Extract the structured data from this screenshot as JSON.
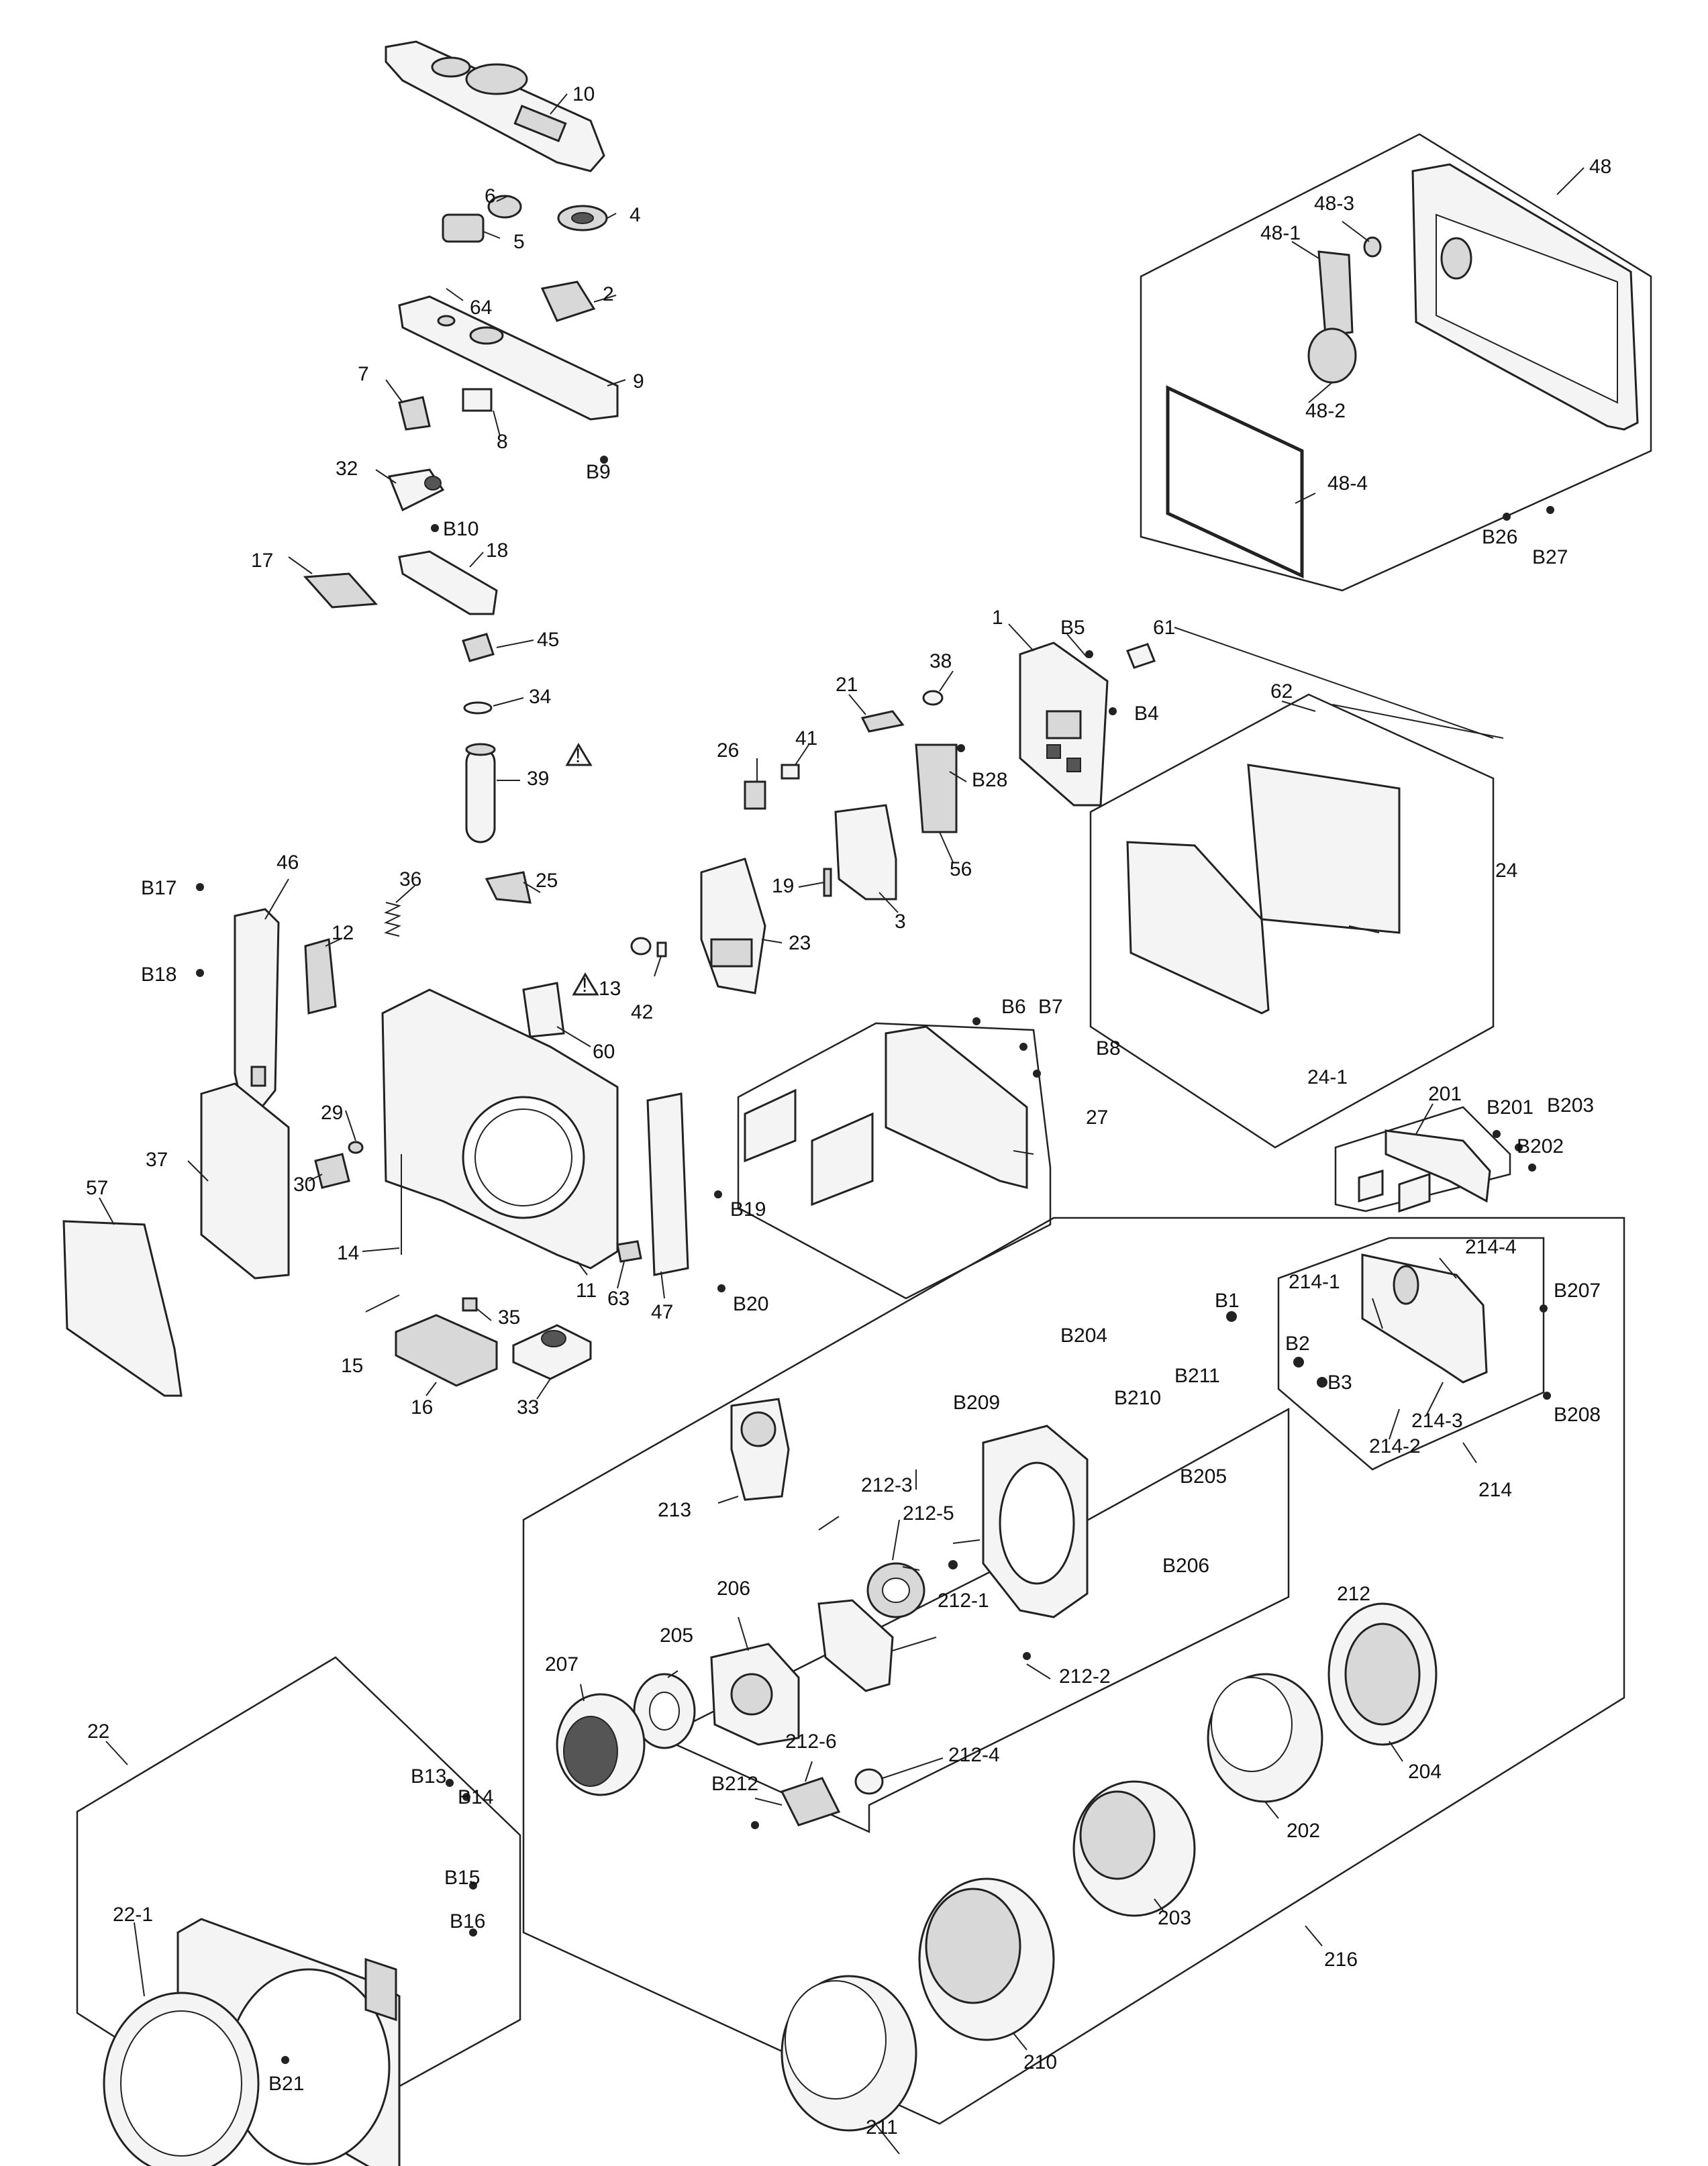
{
  "diagram": {
    "labels": [
      "10",
      "6",
      "4",
      "5",
      "64",
      "2",
      "9",
      "8",
      "7",
      "B9",
      "32",
      "B10",
      "17",
      "18",
      "45",
      "34",
      "39",
      "1",
      "B5",
      "61",
      "B4",
      "38",
      "21",
      "26",
      "41",
      "B28",
      "56",
      "19",
      "3",
      "23",
      "25",
      "36",
      "46",
      "B17",
      "12",
      "B18",
      "13",
      "42",
      "60",
      "62",
      "24",
      "24-1",
      "B6",
      "B7",
      "B8",
      "27",
      "29",
      "37",
      "30",
      "14",
      "11",
      "63",
      "47",
      "B19",
      "B20",
      "57",
      "35",
      "15",
      "16",
      "33",
      "48",
      "48-3",
      "48-1",
      "48-2",
      "48-4",
      "B26",
      "B27",
      "201",
      "B201",
      "B202",
      "B203",
      "214-4",
      "214-1",
      "B207",
      "214-3",
      "214-2",
      "B208",
      "214",
      "B1",
      "B2",
      "B3",
      "B204",
      "B211",
      "B209",
      "B210",
      "B205",
      "B206",
      "213",
      "212-3",
      "212-5",
      "212",
      "212-1",
      "212-2",
      "206",
      "205",
      "207",
      "212-6",
      "212-4",
      "B212",
      "204",
      "202",
      "203",
      "210",
      "211",
      "216",
      "22",
      "B13",
      "B14",
      "B15",
      "B16",
      "22-1",
      "B21"
    ]
  }
}
